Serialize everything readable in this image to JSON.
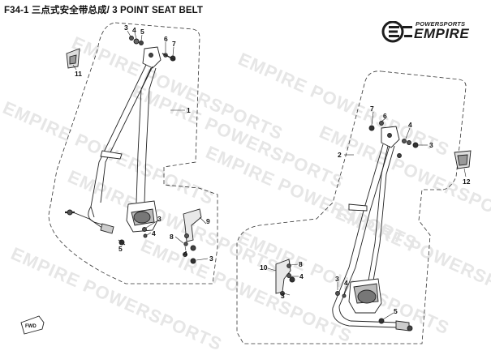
{
  "title": "F34-1 三点式安全带总成/ 3 POINT SEAT BELT",
  "brand": {
    "tagline": "POWERSPORTS",
    "name": "EMPIRE",
    "logo_icon": "empire-e-icon"
  },
  "watermark": "EMPIRE POWERSPORTS",
  "callouts": {
    "left": [
      "3",
      "4",
      "5",
      "6",
      "7",
      "11",
      "1",
      "5",
      "3",
      "4",
      "9",
      "8",
      "4",
      "3"
    ],
    "right": [
      "7",
      "6",
      "4",
      "3",
      "2",
      "12",
      "8",
      "4",
      "10",
      "3",
      "4",
      "3",
      "5"
    ]
  },
  "fwd_label": "FWD"
}
